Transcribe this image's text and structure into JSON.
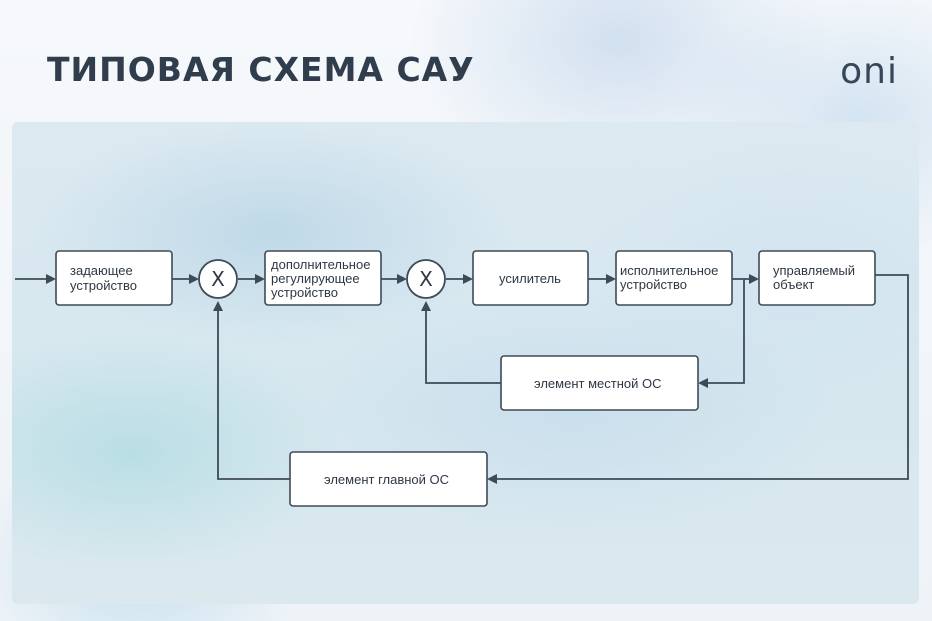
{
  "slide": {
    "title": "ТИПОВАЯ СХЕМА САУ",
    "logo": "oni",
    "accent_color": "#3e4a57"
  },
  "diagram": {
    "blocks": [
      {
        "id": "zadayushchee",
        "lines": [
          "задающее",
          "устройство"
        ]
      },
      {
        "id": "dop-reg",
        "lines": [
          "дополнительное",
          "регулирующее",
          "устройство"
        ]
      },
      {
        "id": "usilitel",
        "lines": [
          "усилитель"
        ]
      },
      {
        "id": "ispolnitelnoe",
        "lines": [
          "исполнительное",
          "устройство"
        ]
      },
      {
        "id": "upravlyaemyi",
        "lines": [
          "управляемый",
          "объект"
        ]
      },
      {
        "id": "mestnaya-os",
        "lines": [
          "элемент местной ОС"
        ]
      },
      {
        "id": "glavnaya-os",
        "lines": [
          "элемент главной ОС"
        ]
      }
    ],
    "summing_junctions": [
      {
        "id": "sum1",
        "symbol": "X"
      },
      {
        "id": "sum2",
        "symbol": "X"
      }
    ]
  }
}
